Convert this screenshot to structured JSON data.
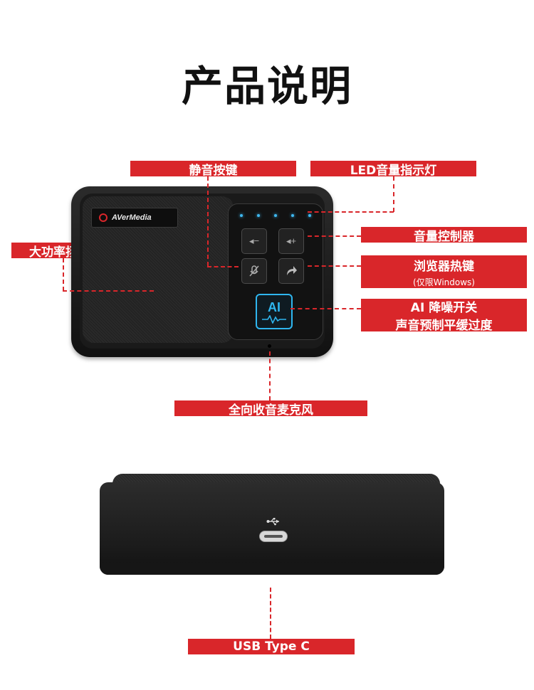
{
  "title": "产品说明",
  "brand": "AVerMedia",
  "labels": {
    "mute_key": "静音按键",
    "led_indicator": "LED音量指示灯",
    "speaker": "大功率扬声器",
    "volume_control": "音量控制器",
    "browser_hotkey": "浏览器热键",
    "browser_hotkey_note": "(仅限Windows)",
    "ai_line1": "AI 降噪开关",
    "ai_line2": "声音预制平缓过度",
    "microphone": "全向收音麦克风",
    "usb": "USB Type C"
  },
  "buttons": {
    "vol_down": "◂−",
    "vol_up": "◂+",
    "ai": "AI"
  },
  "colors": {
    "accent": "#d9262a",
    "led": "#3fb8f0"
  },
  "icons": [
    "mute-mic-icon",
    "browser-arrow-icon",
    "ai-wave-icon",
    "usb-icon"
  ]
}
